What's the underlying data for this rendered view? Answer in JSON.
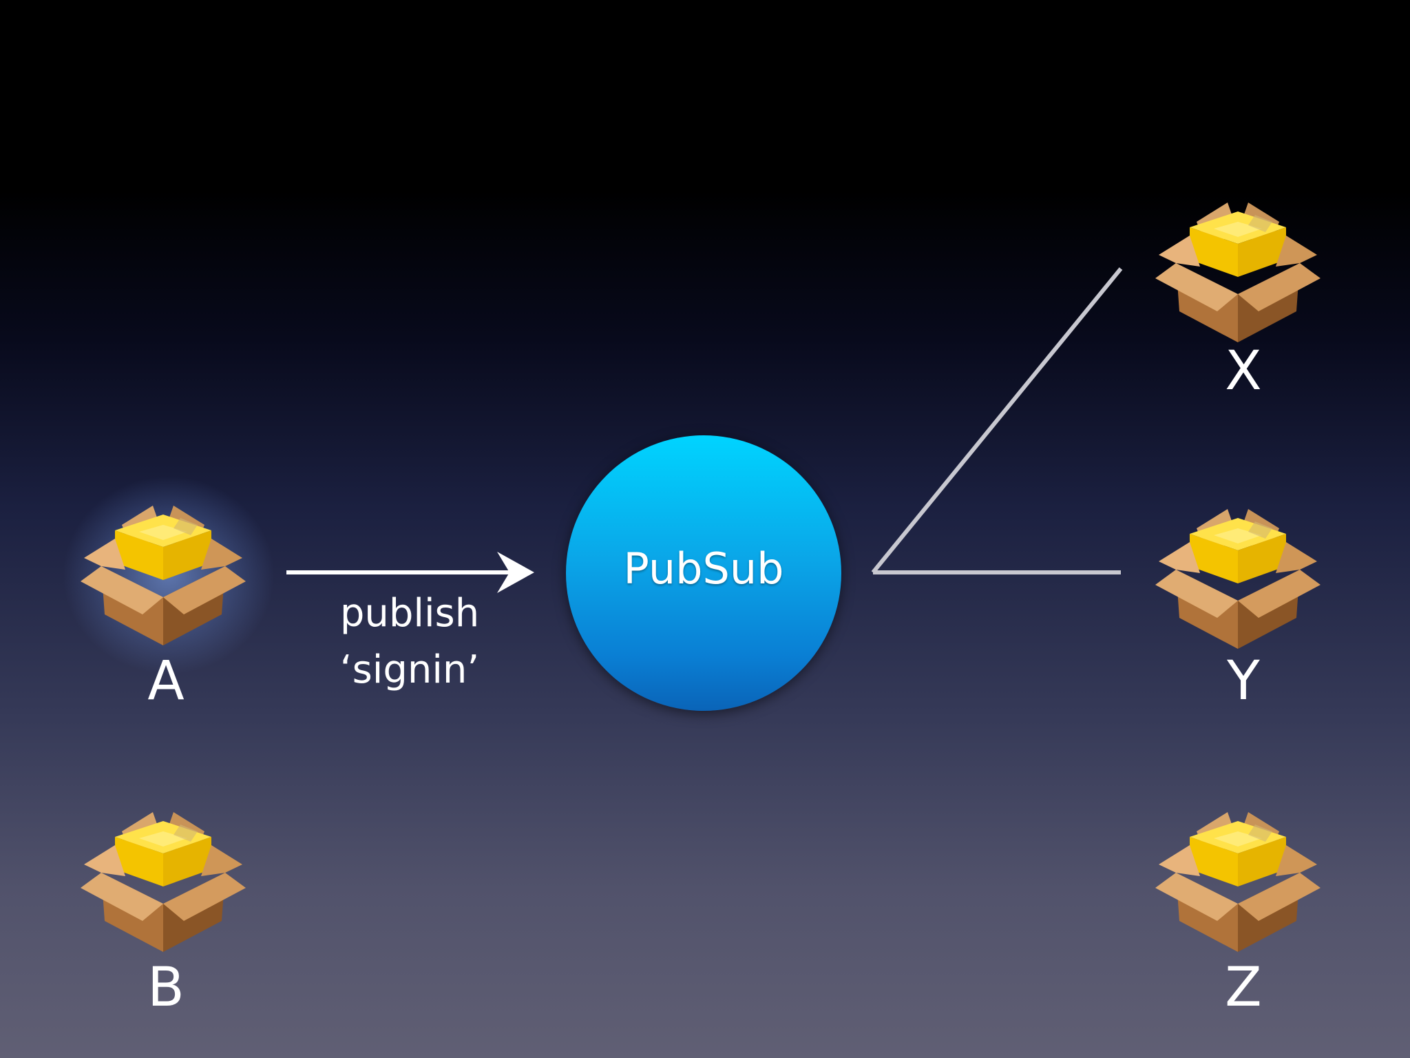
{
  "nodes": {
    "a": {
      "label": "A"
    },
    "b": {
      "label": "B"
    },
    "x": {
      "label": "X"
    },
    "y": {
      "label": "Y"
    },
    "z": {
      "label": "Z"
    }
  },
  "hub": {
    "label": "PubSub"
  },
  "message": {
    "line1": "publish",
    "line2": "‘signin’"
  },
  "icons": {
    "node": "package-box-icon"
  },
  "colors": {
    "hub_top": "#00d4ff",
    "hub_bottom": "#0a64b8",
    "arrow": "#ffffff",
    "connector": "#c8c8d0",
    "selected_glow": "#8cb4ff"
  }
}
